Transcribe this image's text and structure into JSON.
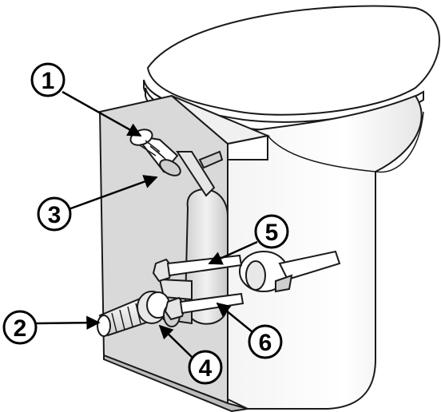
{
  "callouts": [
    {
      "number": "1"
    },
    {
      "number": "2"
    },
    {
      "number": "3"
    },
    {
      "number": "4"
    },
    {
      "number": "5"
    },
    {
      "number": "6"
    }
  ],
  "colors": {
    "line": "#1a1a1a",
    "porcelain": "#ffffff",
    "panel": "#d9d9d9",
    "shadow": "#bdbdbd",
    "background": "#ffffff"
  }
}
